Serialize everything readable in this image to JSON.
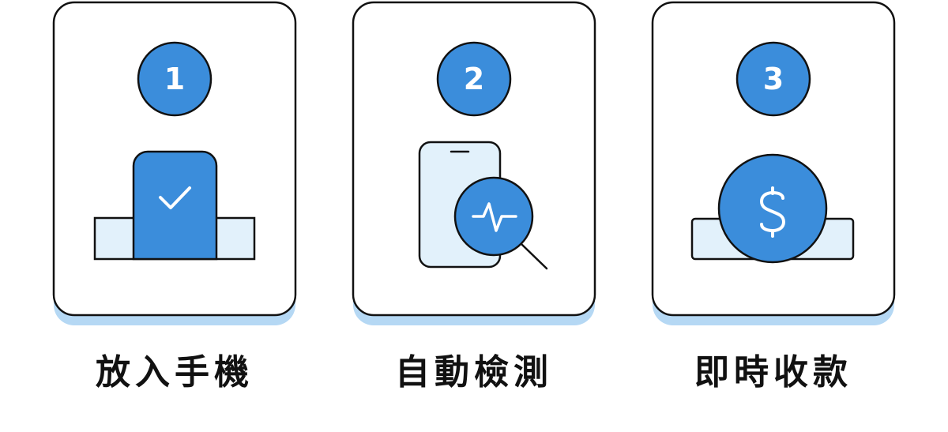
{
  "colors": {
    "accent_blue": "#3b8ddb",
    "light_blue": "#e2f1fb",
    "shadow_blue": "#b5d8f4",
    "outline": "#111111",
    "card_bg": "#ffffff"
  },
  "steps": [
    {
      "number": "1",
      "caption": "放入手機",
      "icon": "phone-in-slot-check-icon"
    },
    {
      "number": "2",
      "caption": "自動檢測",
      "icon": "phone-magnifier-pulse-icon"
    },
    {
      "number": "3",
      "caption": "即時收款",
      "icon": "coin-in-slot-dollar-icon"
    }
  ]
}
